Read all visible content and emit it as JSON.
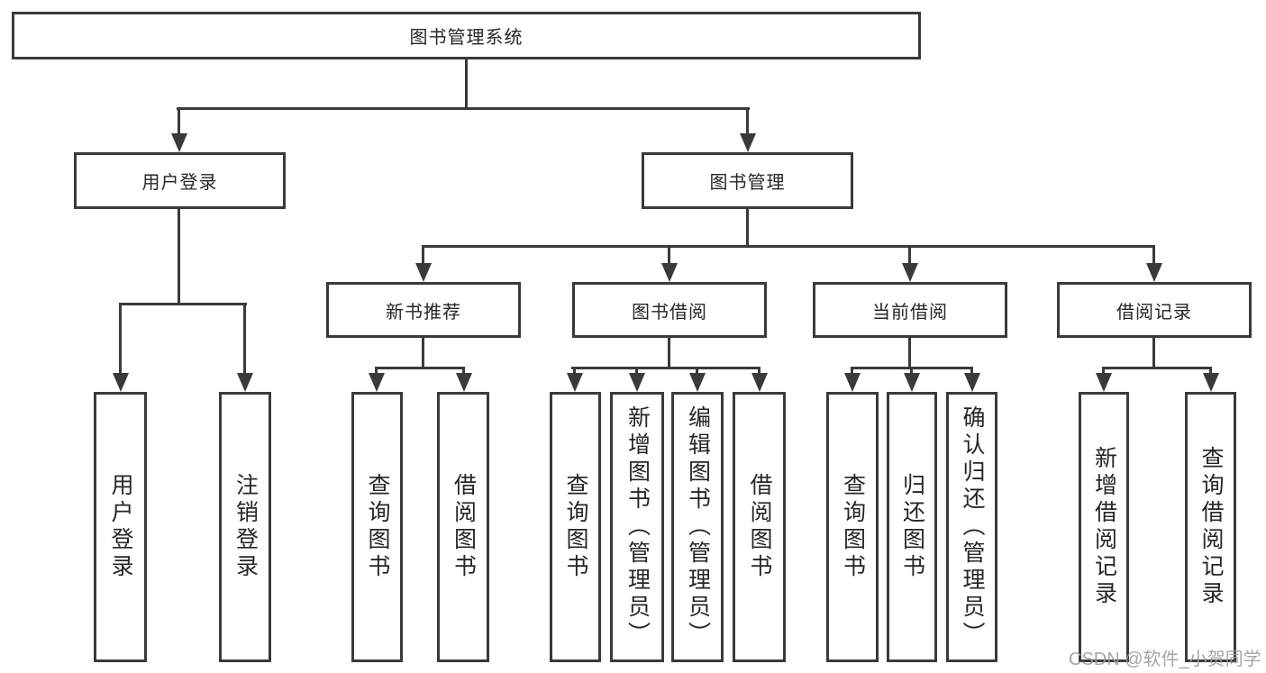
{
  "diagram": {
    "root": "图书管理系统",
    "level2": {
      "user_login": "用户登录",
      "book_management": "图书管理"
    },
    "level3": {
      "new_book_recommend": "新书推荐",
      "book_borrowing": "图书借阅",
      "current_borrowing": "当前借阅",
      "borrowing_records": "借阅记录"
    },
    "leaves": {
      "user_login": [
        "用户登录",
        "注销登录"
      ],
      "new_book_recommend": [
        "查询图书",
        "借阅图书"
      ],
      "book_borrowing": [
        "查询图书",
        "新增图书（管理员）",
        "编辑图书（管理员）",
        "借阅图书"
      ],
      "current_borrowing": [
        "查询图书",
        "归还图书",
        "确认归还（管理员）"
      ],
      "borrowing_records": [
        "新增借阅记录",
        "查询借阅记录"
      ]
    }
  },
  "watermark": "CSDN @软件_小贺同学",
  "colors": {
    "line": "#3a3a3a",
    "text": "#262626",
    "watermark": "#9c9c9c",
    "background": "#ffffff"
  }
}
